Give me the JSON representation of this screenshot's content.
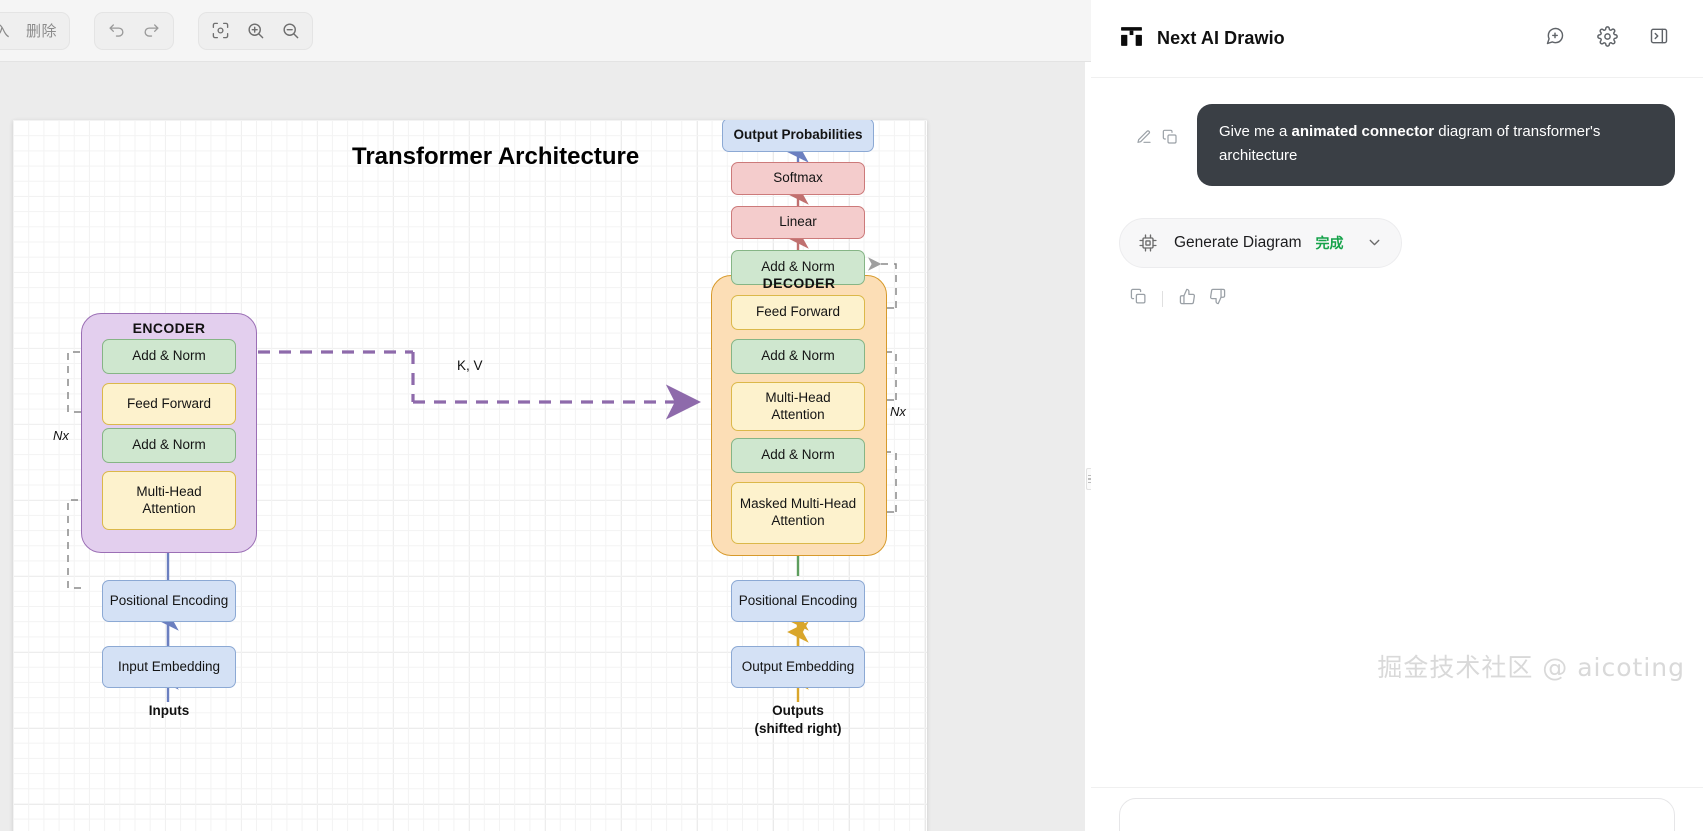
{
  "toolbar": {
    "insert_label": "插入",
    "delete_label": "删除",
    "undo_icon": "undo-icon",
    "redo_icon": "redo-icon",
    "fit_icon": "fit-to-screen-icon",
    "zoom_in_icon": "zoom-in-icon",
    "zoom_out_icon": "zoom-out-icon"
  },
  "diagram": {
    "title": "Transformer Architecture",
    "encoder": {
      "title": "ENCODER",
      "repeat_label": "Nx",
      "blocks": [
        {
          "label": "Add & Norm",
          "color": "green"
        },
        {
          "label": "Feed Forward",
          "color": "yellow"
        },
        {
          "label": "Add & Norm",
          "color": "green"
        },
        {
          "label": "Multi-Head\nAttention",
          "color": "yellow"
        }
      ]
    },
    "decoder": {
      "title": "DECODER",
      "repeat_label": "Nx",
      "blocks": [
        {
          "label": "Add & Norm",
          "color": "green"
        },
        {
          "label": "Feed Forward",
          "color": "yellow"
        },
        {
          "label": "Add & Norm",
          "color": "green"
        },
        {
          "label": "Multi-Head\nAttention",
          "color": "yellow"
        },
        {
          "label": "Add & Norm",
          "color": "green"
        },
        {
          "label": "Masked Multi-Head\nAttention",
          "color": "yellow"
        }
      ]
    },
    "output_stack": [
      {
        "label": "Output Probabilities",
        "color": "blue"
      },
      {
        "label": "Softmax",
        "color": "red"
      },
      {
        "label": "Linear",
        "color": "red"
      }
    ],
    "input_stack": [
      {
        "label": "Positional Encoding",
        "color": "blue"
      },
      {
        "label": "Input Embedding",
        "color": "blue"
      }
    ],
    "output_input_stack": [
      {
        "label": "Positional Encoding",
        "color": "blue"
      },
      {
        "label": "Output Embedding",
        "color": "blue"
      }
    ],
    "inputs_label": "Inputs",
    "outputs_label_line1": "Outputs",
    "outputs_label_line2": "(shifted right)",
    "cross_attention_label": "K, V",
    "colors": {
      "encoder_fill": "#e3cfee",
      "encoder_stroke": "#9b6fb5",
      "decoder_fill": "#fcdeb6",
      "decoder_stroke": "#d79a2b",
      "green_fill": "#cfe7cf",
      "yellow_fill": "#fdf2cd",
      "blue_fill": "#d4e1f5",
      "red_fill": "#f4cccc",
      "connector_purple": "#8e6aab",
      "connector_gray": "#9e9e9e"
    }
  },
  "panel": {
    "brand_name": "Next AI Drawio",
    "logo_icon": "drawio-logo-icon",
    "header_icons": [
      {
        "name": "new-chat-icon"
      },
      {
        "name": "settings-gear-icon"
      },
      {
        "name": "collapse-panel-icon"
      }
    ],
    "message": {
      "edit_icon": "edit-pencil-icon",
      "copy_icon": "copy-icon",
      "text_part1": "Give me a ",
      "text_bold": "animated connector",
      "text_part2": " diagram of transformer's architecture"
    },
    "tool": {
      "icon": "chip-processor-icon",
      "label": "Generate Diagram",
      "status": "完成",
      "status_color": "#16a34a",
      "chevron_icon": "chevron-down-icon"
    },
    "feedback": {
      "copy_icon": "copy-icon",
      "thumbs_up_icon": "thumbs-up-icon",
      "thumbs_down_icon": "thumbs-down-icon"
    },
    "watermark": "掘金技术社区 @ aicoting"
  }
}
